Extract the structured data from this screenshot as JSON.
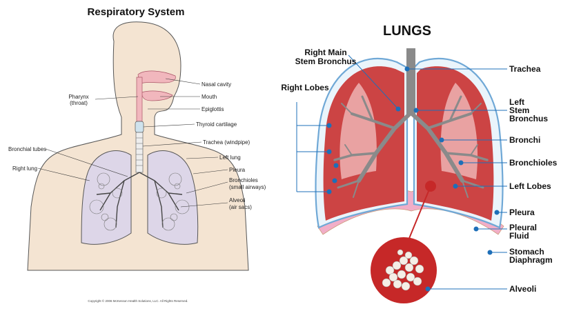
{
  "left": {
    "title": "Respiratory System",
    "labels": {
      "nasal_cavity": "Nasal cavity",
      "mouth": "Mouth",
      "pharynx_1": "Pharynx",
      "pharynx_2": "(throat)",
      "epiglottis": "Epiglottis",
      "thyroid": "Thyroid cartilage",
      "trachea": "Trachea (windpipe)",
      "bronchial": "Bronchial tubes",
      "left_lung": "Left lung",
      "right_lung": "Right lung",
      "pleura": "Pleura",
      "bronchioles_1": "Bronchioles",
      "bronchioles_2": "(small airways)",
      "alveoli_1": "Alveoli",
      "alveoli_2": "(air sacs)"
    },
    "copyright": "Copyright © 2006 McKesson Health Solutions, LLC. All Rights Reserved."
  },
  "right": {
    "title": "LUNGS",
    "labels": {
      "right_main_1": "Right Main",
      "right_main_2": "Stem Bronchus",
      "right_lobes": "Right Lobes",
      "trachea": "Trachea",
      "left_stem_1": "Left",
      "left_stem_2": "Stem",
      "left_stem_3": "Bronchus",
      "bronchi": "Bronchi",
      "bronchioles": "Bronchioles",
      "left_lobes": "Left Lobes",
      "pleura": "Pleura",
      "pleural_1": "Pleural",
      "pleural_2": "Fluid",
      "stomach_1": "Stomach",
      "stomach_2": "Diaphragm",
      "alveoli": "Alveoli"
    }
  },
  "colors": {
    "skin": "#f4e4d2",
    "lung_fill": "#ddd6e8",
    "nasal": "#f1b7bd",
    "pleura_blue": "#6fa8d6",
    "lung_red": "#cc4444",
    "lung_pink": "#f3c1c1",
    "bronchi_gray": "#8a8a8a",
    "diaphragm_pink": "#f1aec8",
    "dot_blue": "#1e6fb8",
    "alveoli_circle": "#c62828"
  }
}
